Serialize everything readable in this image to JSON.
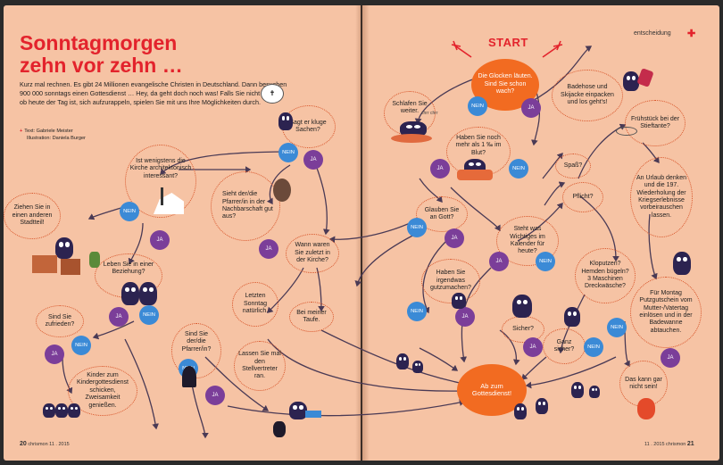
{
  "title": {
    "line1": "Sonntagmorgen",
    "line2": "zehn vor zehn …"
  },
  "intro": "Kurz mal rechnen. Es gibt 24 Millionen evangelische Christen in Deutschland. Dann besuchen 900 000 sonntags einen Gottesdienst … Hey, da geht doch noch was! Falls Sie nicht wissen, ob heute der Tag ist, sich aufzurappeln, spielen Sie mit uns Ihre Möglichkeiten durch.",
  "credits": {
    "text": "Text: Gabriele Meister",
    "illustration": "Illustration: Daniela Burger"
  },
  "section": "entscheidung",
  "folio_left": {
    "number": "20",
    "text": "chrismon  11 . 2015"
  },
  "folio_right": {
    "number": "21",
    "text": "11 . 2015  chrismon"
  },
  "start": "START",
  "labels": {
    "nein": "NEIN",
    "ja": "JA"
  },
  "nodes": {
    "glocken": "Die Glocken läuten. Sind Sie schon wach?",
    "schlafen": "Schlafen Sie weiter.",
    "schnarch": "chrr chrr",
    "promille": "Haben Sie noch mehr als 1 ‰ im Blut?",
    "badehose": "Badehose und Skijacke einpacken und los geht's!",
    "fruehstueck": "Frühstück bei der Stieftante?",
    "spass": "Spaß?",
    "pflicht": "Pflicht?",
    "urlaub": "An Urlaub denken und die 197. Wiederholung der Kriegserlebnisse vorbeirauschen lassen.",
    "glauben": "Glauben Sie an Gott?",
    "kalender": "Steht was Wichtiges im Kalender für heute?",
    "gutzumachen": "Haben Sie irgendwas gutzumachen?",
    "kloputzen": "Kloputzen? Hemden bügeln? 3 Maschinen Dreckwäsche?",
    "montag": "Für Montag Putzgutschein vom Mutter-/Vatertag einlösen und in der Badewanne abtauchen.",
    "sicher": "Sicher?",
    "ganzsicher": "Ganz sicher?",
    "kannnicht": "Das kann gar nicht sein!",
    "gottesdienst": "Ab zum Gottesdienst!",
    "klugesachen": "Sagt er kluge Sachen?",
    "pfarrerin": "Sieht der/die Pfarrer/in in der Nachbarschaft gut aus?",
    "architektonisch": "Ist wenigstens die Kirche architektonisch interessant?",
    "stadtteil": "Ziehen Sie in einen anderen Stadtteil!",
    "wannzuletzt": "Wann waren Sie zuletzt in der Kirche?",
    "letzten": "Letzten Sonntag natürlich.",
    "taufe": "Bei meiner Taufe.",
    "beziehung": "Leben Sie in einer Beziehung?",
    "zufrieden": "Sind Sie zufrieden?",
    "siesie": "Sind Sie der/die Pfarrer/in?",
    "stellvertreter": "Lassen Sie mal den Stellvertreter ran.",
    "kinder": "Kinder zum Kindergottesdienst schicken, Zweisamkeit genießen."
  },
  "colors": {
    "page": "#f6c3a4",
    "accent": "#e3232c",
    "orange": "#f26b21",
    "nein": "#3b8ad6",
    "ja": "#7b3e99",
    "line": "#4a3a55",
    "dots": "#d8552a",
    "monster": "#2c2350"
  }
}
